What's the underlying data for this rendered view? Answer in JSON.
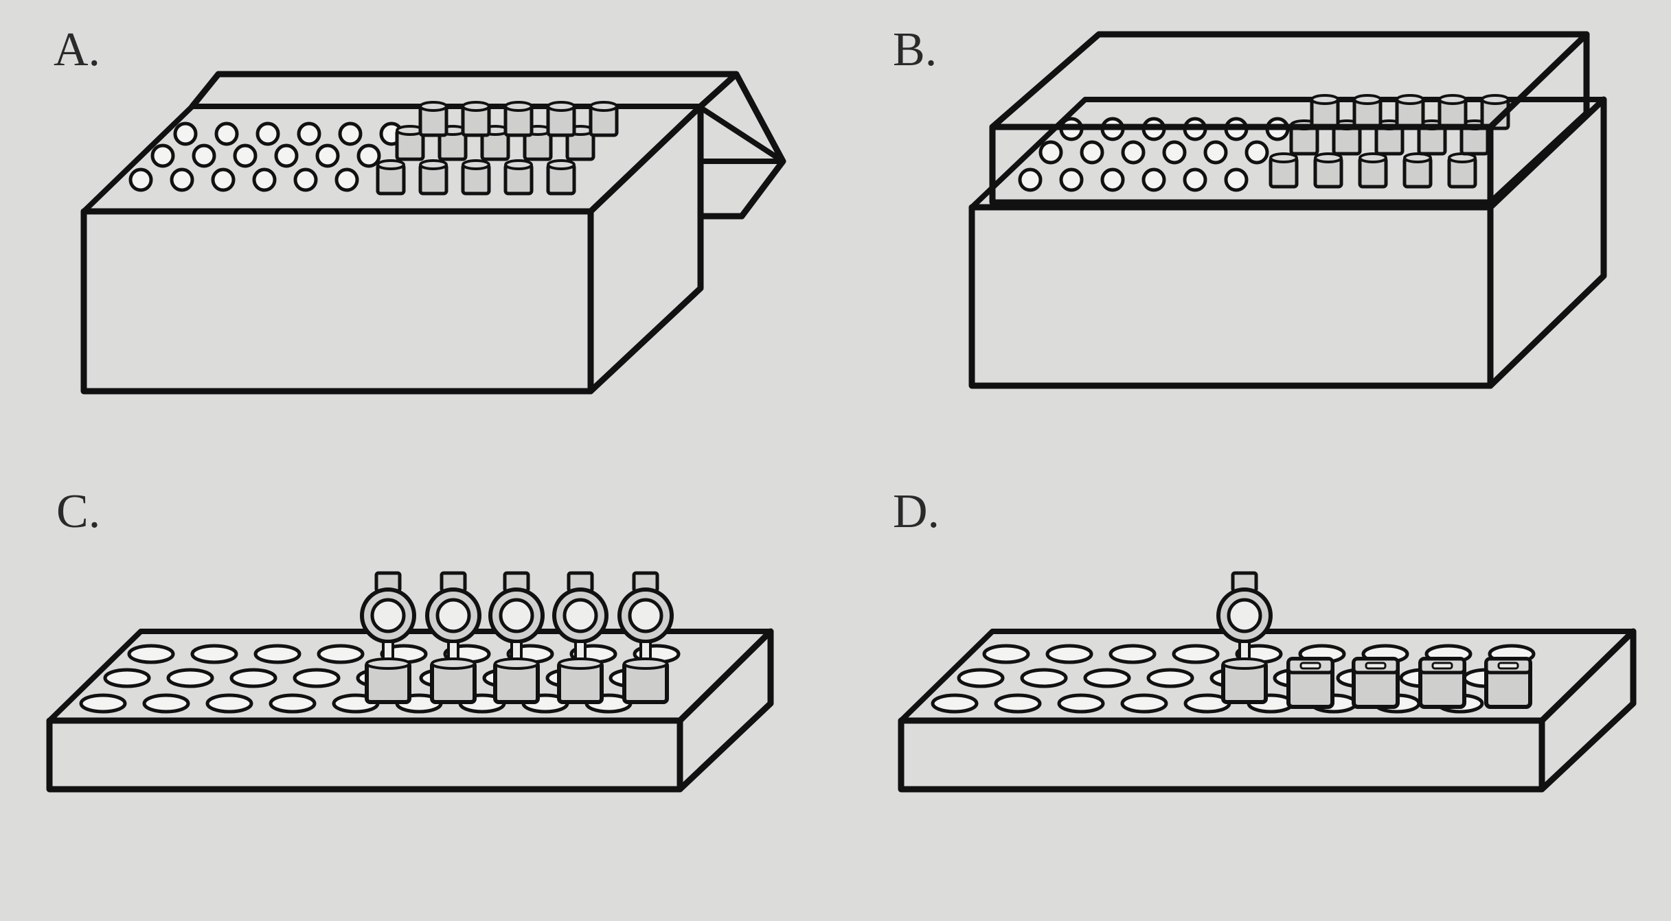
{
  "panels": [
    {
      "label": "A."
    },
    {
      "label": "B."
    },
    {
      "label": "C."
    },
    {
      "label": "D."
    }
  ],
  "colors": {
    "background": "#dcdcda",
    "box_fill": "#f1f1ef",
    "line": "#111111",
    "tube_fill": "#cfcfcd",
    "side_shade": "#c9c9c7"
  }
}
